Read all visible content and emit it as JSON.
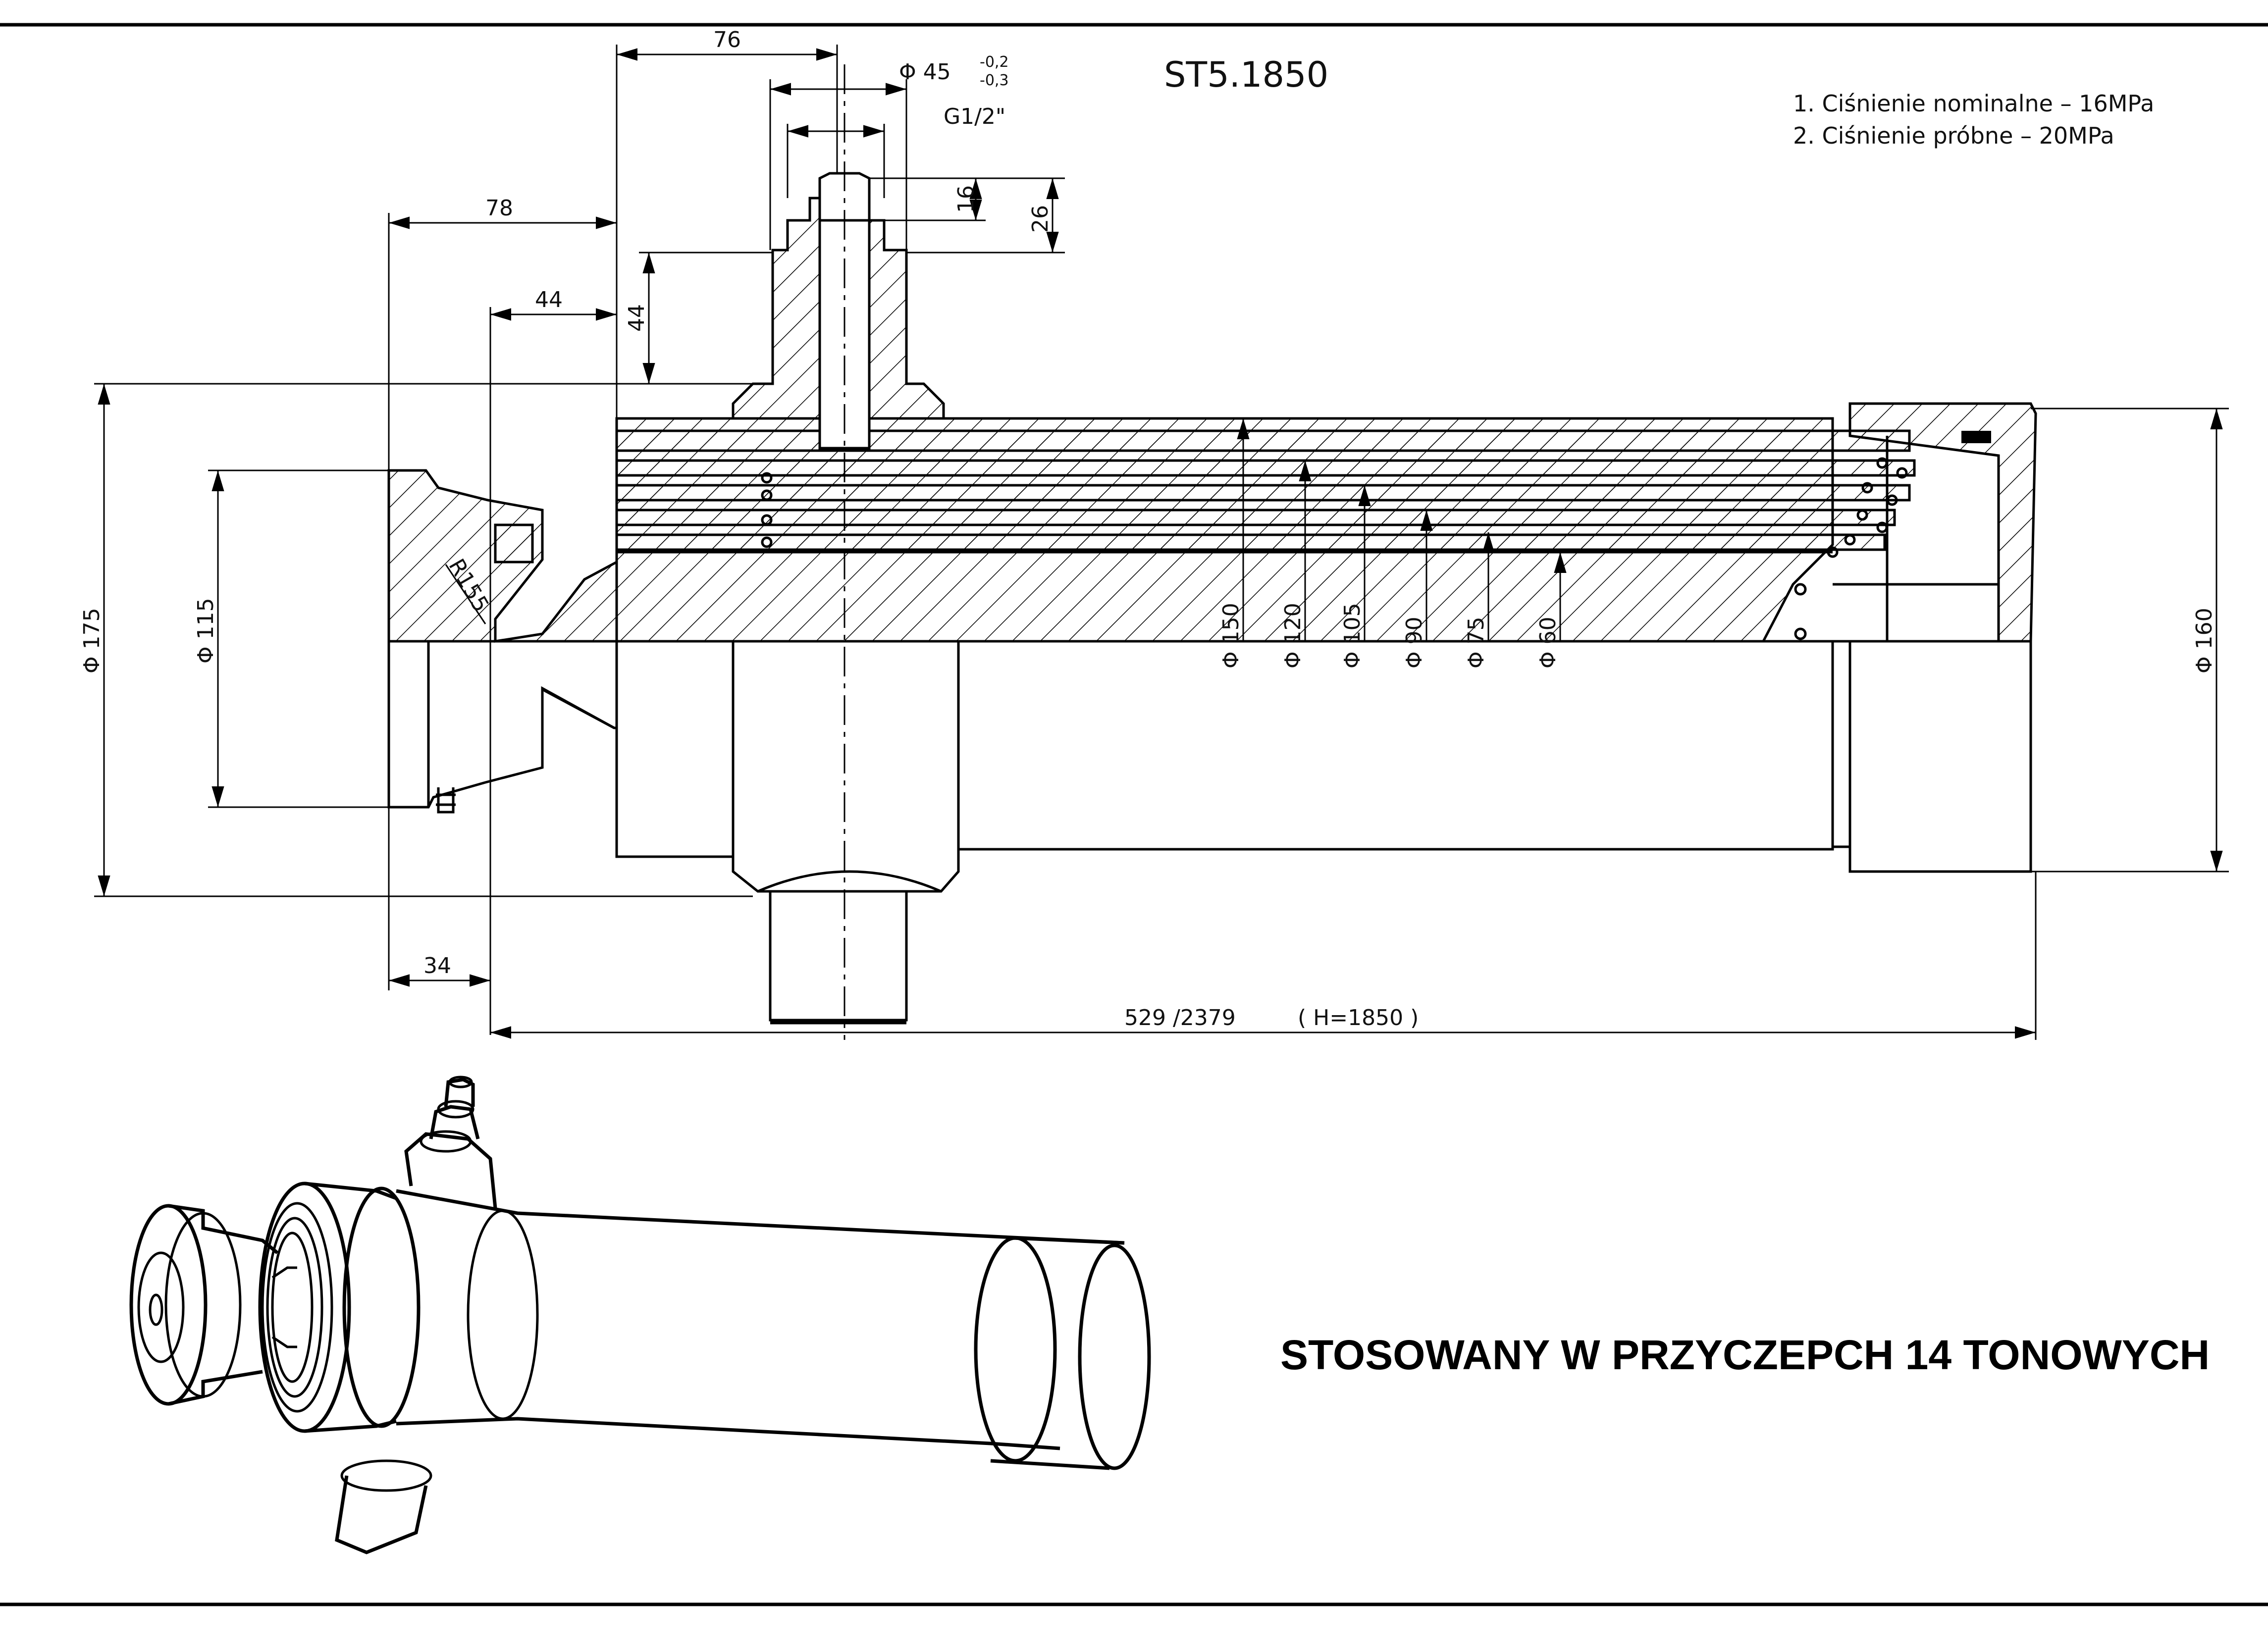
{
  "drawing": {
    "code": "ST5.1850",
    "notes": [
      "1. Ciśnienie nominalne  –  16MPa",
      "2. Ciśnienie próbne     –  20MPa"
    ],
    "caption": "STOSOWANY W PRZYCZEPCH 14 TONOWYCH"
  },
  "dimensions": {
    "d76": "76",
    "d78": "78",
    "d44h": "44",
    "d44v": "44",
    "d45": "Φ 45",
    "tol_upper": "-0,2",
    "tol_lower": "-0,3",
    "thread": "G1/2\"",
    "d16": "16",
    "d26": "26",
    "d175": "Φ 175",
    "d115": "Φ 115",
    "r155": "R155",
    "d150": "Φ 150",
    "d120": "Φ 120",
    "d105": "Φ 105",
    "d90": "Φ 90",
    "d75": "Φ 75",
    "d60": "Φ 60",
    "d160": "Φ 160",
    "d34": "34",
    "length": "529 /2379",
    "stroke": "( H=1850 )"
  }
}
